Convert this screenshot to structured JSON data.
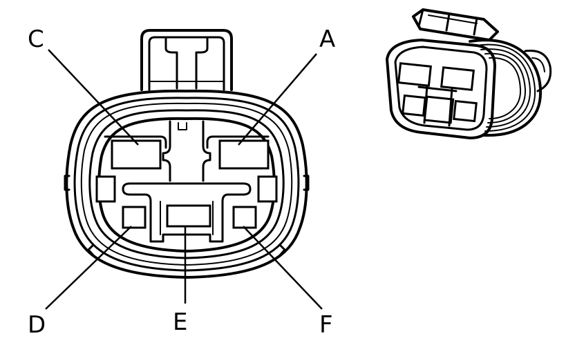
{
  "diagram": {
    "pin_labels": {
      "a": "A",
      "c": "C",
      "d": "D",
      "e": "E",
      "f": "F"
    }
  }
}
